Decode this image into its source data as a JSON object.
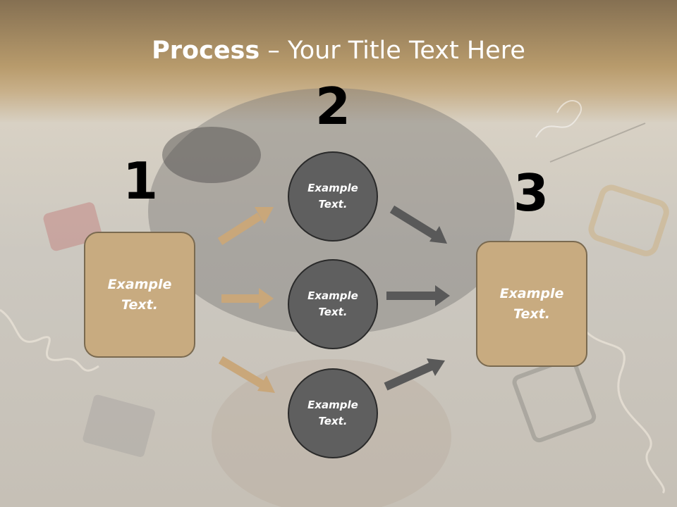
{
  "slide": {
    "title_bold": "Process",
    "title_rest": " – Your Title Text Here",
    "steps": [
      {
        "number": "1",
        "text": "Example\nText."
      },
      {
        "number": "2",
        "text": "Example\nText."
      },
      {
        "number": "3",
        "text": "Example\nText."
      }
    ],
    "circles": [
      {
        "text": "Example\nText."
      },
      {
        "text": "Example\nText."
      },
      {
        "text": "Example\nText."
      }
    ]
  },
  "colors": {
    "box_fill": "#c8ab80",
    "box_border": "#7a6a50",
    "circle_fill": "#5f5f5f",
    "circle_border": "#2a2a2a",
    "arrow_tan": "#c9a77a",
    "arrow_gray": "#595959",
    "title_band": "#b89b6c"
  }
}
